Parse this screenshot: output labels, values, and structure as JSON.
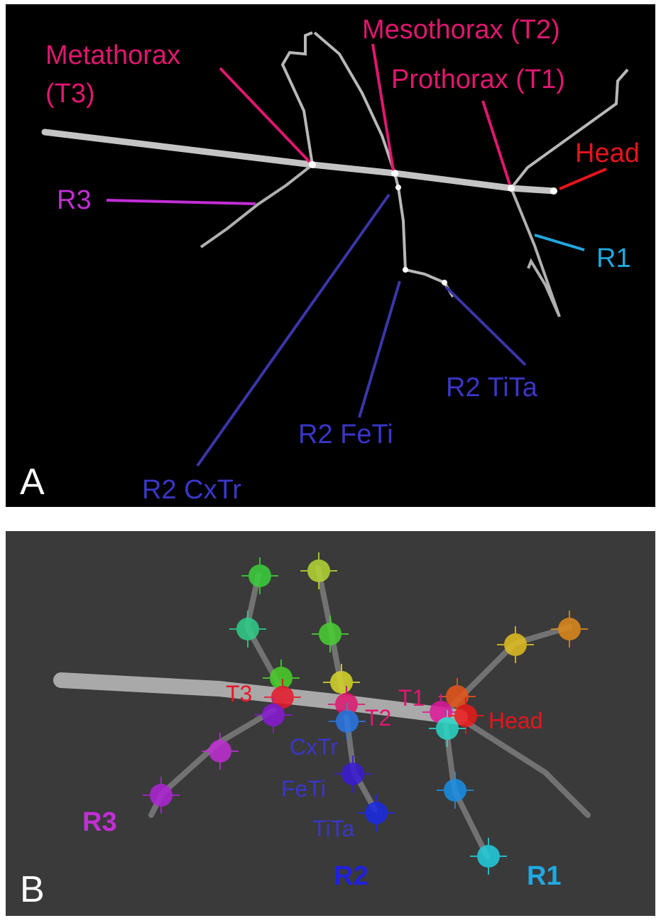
{
  "panel_a": {
    "letter": "A",
    "labels": {
      "metathorax_line1": "Metathorax",
      "metathorax_line2": "(T3)",
      "mesothorax": "Mesothorax (T2)",
      "prothorax": "Prothorax (T1)",
      "head": "Head",
      "r3": "R3",
      "r1": "R1",
      "r2_titi": "R2 TiTa",
      "r2_feti": "R2 FeTi",
      "r2_cxtr": "R2 CxTr"
    },
    "colors": {
      "thorax": "#e0176f",
      "head": "#e8141c",
      "r3": "#c22ed6",
      "r1": "#20a8e0",
      "r2": "#3a36a8",
      "skeleton": "#c8c8c8"
    }
  },
  "panel_b": {
    "letter": "B",
    "labels": {
      "t3": "T3",
      "t2": "T2",
      "t1": "T1",
      "head": "Head",
      "cxtr": "CxTr",
      "feti": "FeTi",
      "tita": "TiTa",
      "r3": "R3",
      "r2": "R2",
      "r1": "R1"
    },
    "colors": {
      "thorax": "#e0176f",
      "head": "#e8141c",
      "r3": "#c22ed6",
      "r2": "#1f1fe0",
      "r2_sub": "#3a36c8",
      "r1": "#20a8e0"
    }
  }
}
